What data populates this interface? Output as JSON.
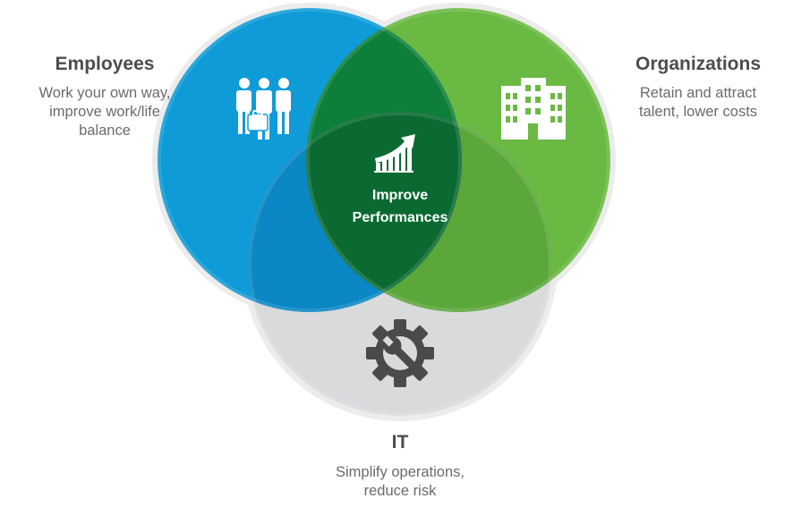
{
  "employees": {
    "title": "Employees",
    "desc": [
      "Work your own way,",
      "improve work/life",
      "balance"
    ],
    "icon": "people-icon"
  },
  "organizations": {
    "title": "Organizations",
    "desc": [
      "Retain and attract",
      "talent, lower costs"
    ],
    "icon": "building-icon"
  },
  "it": {
    "title": "IT",
    "desc": [
      "Simplify operations,",
      "reduce risk"
    ],
    "icon": "gear-wrench-icon"
  },
  "center": {
    "lines": [
      "Improve",
      "Performances"
    ],
    "icon": "growth-chart-icon"
  },
  "colors": {
    "employees": "#0d9ad8",
    "organizations": "#6ab841",
    "it": "#d8d9db",
    "center": "#0b6b33",
    "ring": "#e8e8e8"
  }
}
